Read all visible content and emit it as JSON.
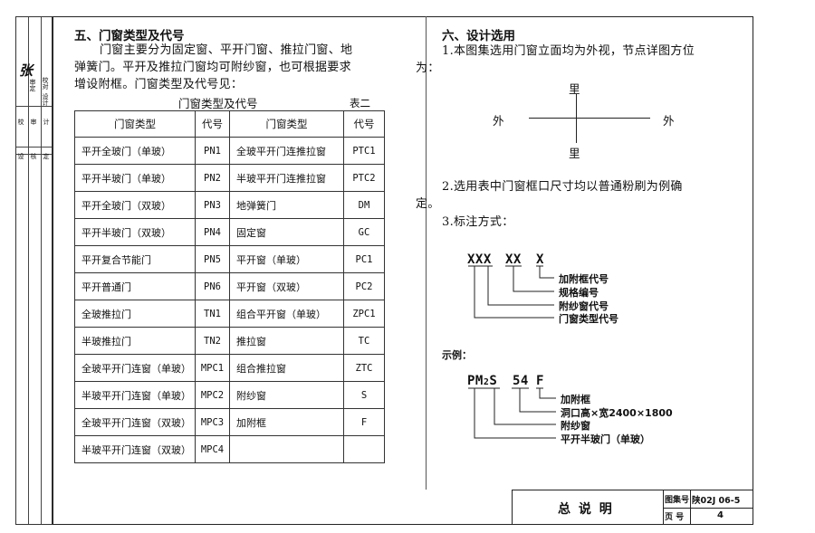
{
  "side_strip": {
    "labels": [
      "校",
      "设",
      "审",
      "核",
      "计",
      "定"
    ],
    "sub_labels": [
      "校对",
      "设计",
      "审定"
    ],
    "signature": "张"
  },
  "section5": {
    "title": "五、门窗类型及代号",
    "para": [
      "门窗主要分为固定窗、平开门窗、推拉门窗、地",
      "弹簧门。平开及推拉门窗均可附纱窗，也可根据要求",
      "增设附框。门窗类型及代号见："
    ],
    "table_caption": "门窗类型及代号",
    "table_no": "表二",
    "table": {
      "headers": [
        "门窗类型",
        "代号",
        "门窗类型",
        "代号"
      ],
      "rows": [
        [
          "平开全玻门（单玻）",
          "PN1",
          "全玻平开门连推拉窗",
          "PTC1"
        ],
        [
          "平开半玻门（单玻）",
          "PN2",
          "半玻平开门连推拉窗",
          "PTC2"
        ],
        [
          "平开全玻门（双玻）",
          "PN3",
          "地弹簧门",
          "DM"
        ],
        [
          "平开半玻门（双玻）",
          "PN4",
          "固定窗",
          "GC"
        ],
        [
          "平开复合节能门",
          "PN5",
          "平开窗（单玻）",
          "PC1"
        ],
        [
          "平开普通门",
          "PN6",
          "平开窗（双玻）",
          "PC2"
        ],
        [
          "全玻推拉门",
          "TN1",
          "组合平开窗（单玻）",
          "ZPC1"
        ],
        [
          "半玻推拉门",
          "TN2",
          "推拉窗",
          "TC"
        ],
        [
          "全玻平开门连窗（单玻）",
          "MPC1",
          "组合推拉窗",
          "ZTC"
        ],
        [
          "半玻平开门连窗（单玻）",
          "MPC2",
          "附纱窗",
          "S"
        ],
        [
          "全玻平开门连窗（双玻）",
          "MPC3",
          "加附框",
          "F"
        ],
        [
          "半玻平开门连窗（双玻）",
          "MPC4",
          "",
          ""
        ]
      ]
    }
  },
  "section6": {
    "title": "六、设计选用",
    "item1": [
      "1.本图集选用门窗立面均为外视，节点详图方位",
      "为："
    ],
    "orientation": {
      "top": "里",
      "bottom": "里",
      "left": "外",
      "right": "外"
    },
    "item2": [
      "2.选用表中门窗框口尺寸均以普通粉刷为例确",
      "定。"
    ],
    "item3": "3.标注方式：",
    "notation": {
      "codes": [
        "XXX",
        "XX",
        "X"
      ],
      "labels": [
        "加附框代号",
        "规格编号",
        "附纱窗代号",
        "门窗类型代号"
      ]
    },
    "example_label": "示例：",
    "example": {
      "code_a": "PM",
      "code_sub": "2",
      "code_b": "S",
      "code_c": "54",
      "code_d": "F",
      "labels": [
        "加附框",
        "洞口高×宽2400×1800",
        "附纱窗",
        "平开半玻门（单玻）"
      ]
    }
  },
  "title_block": {
    "title": "总 说 明",
    "atlas_label": "图集号",
    "atlas_no": "陕02J 06-5",
    "page_label": "页 号",
    "page_no": "4"
  }
}
